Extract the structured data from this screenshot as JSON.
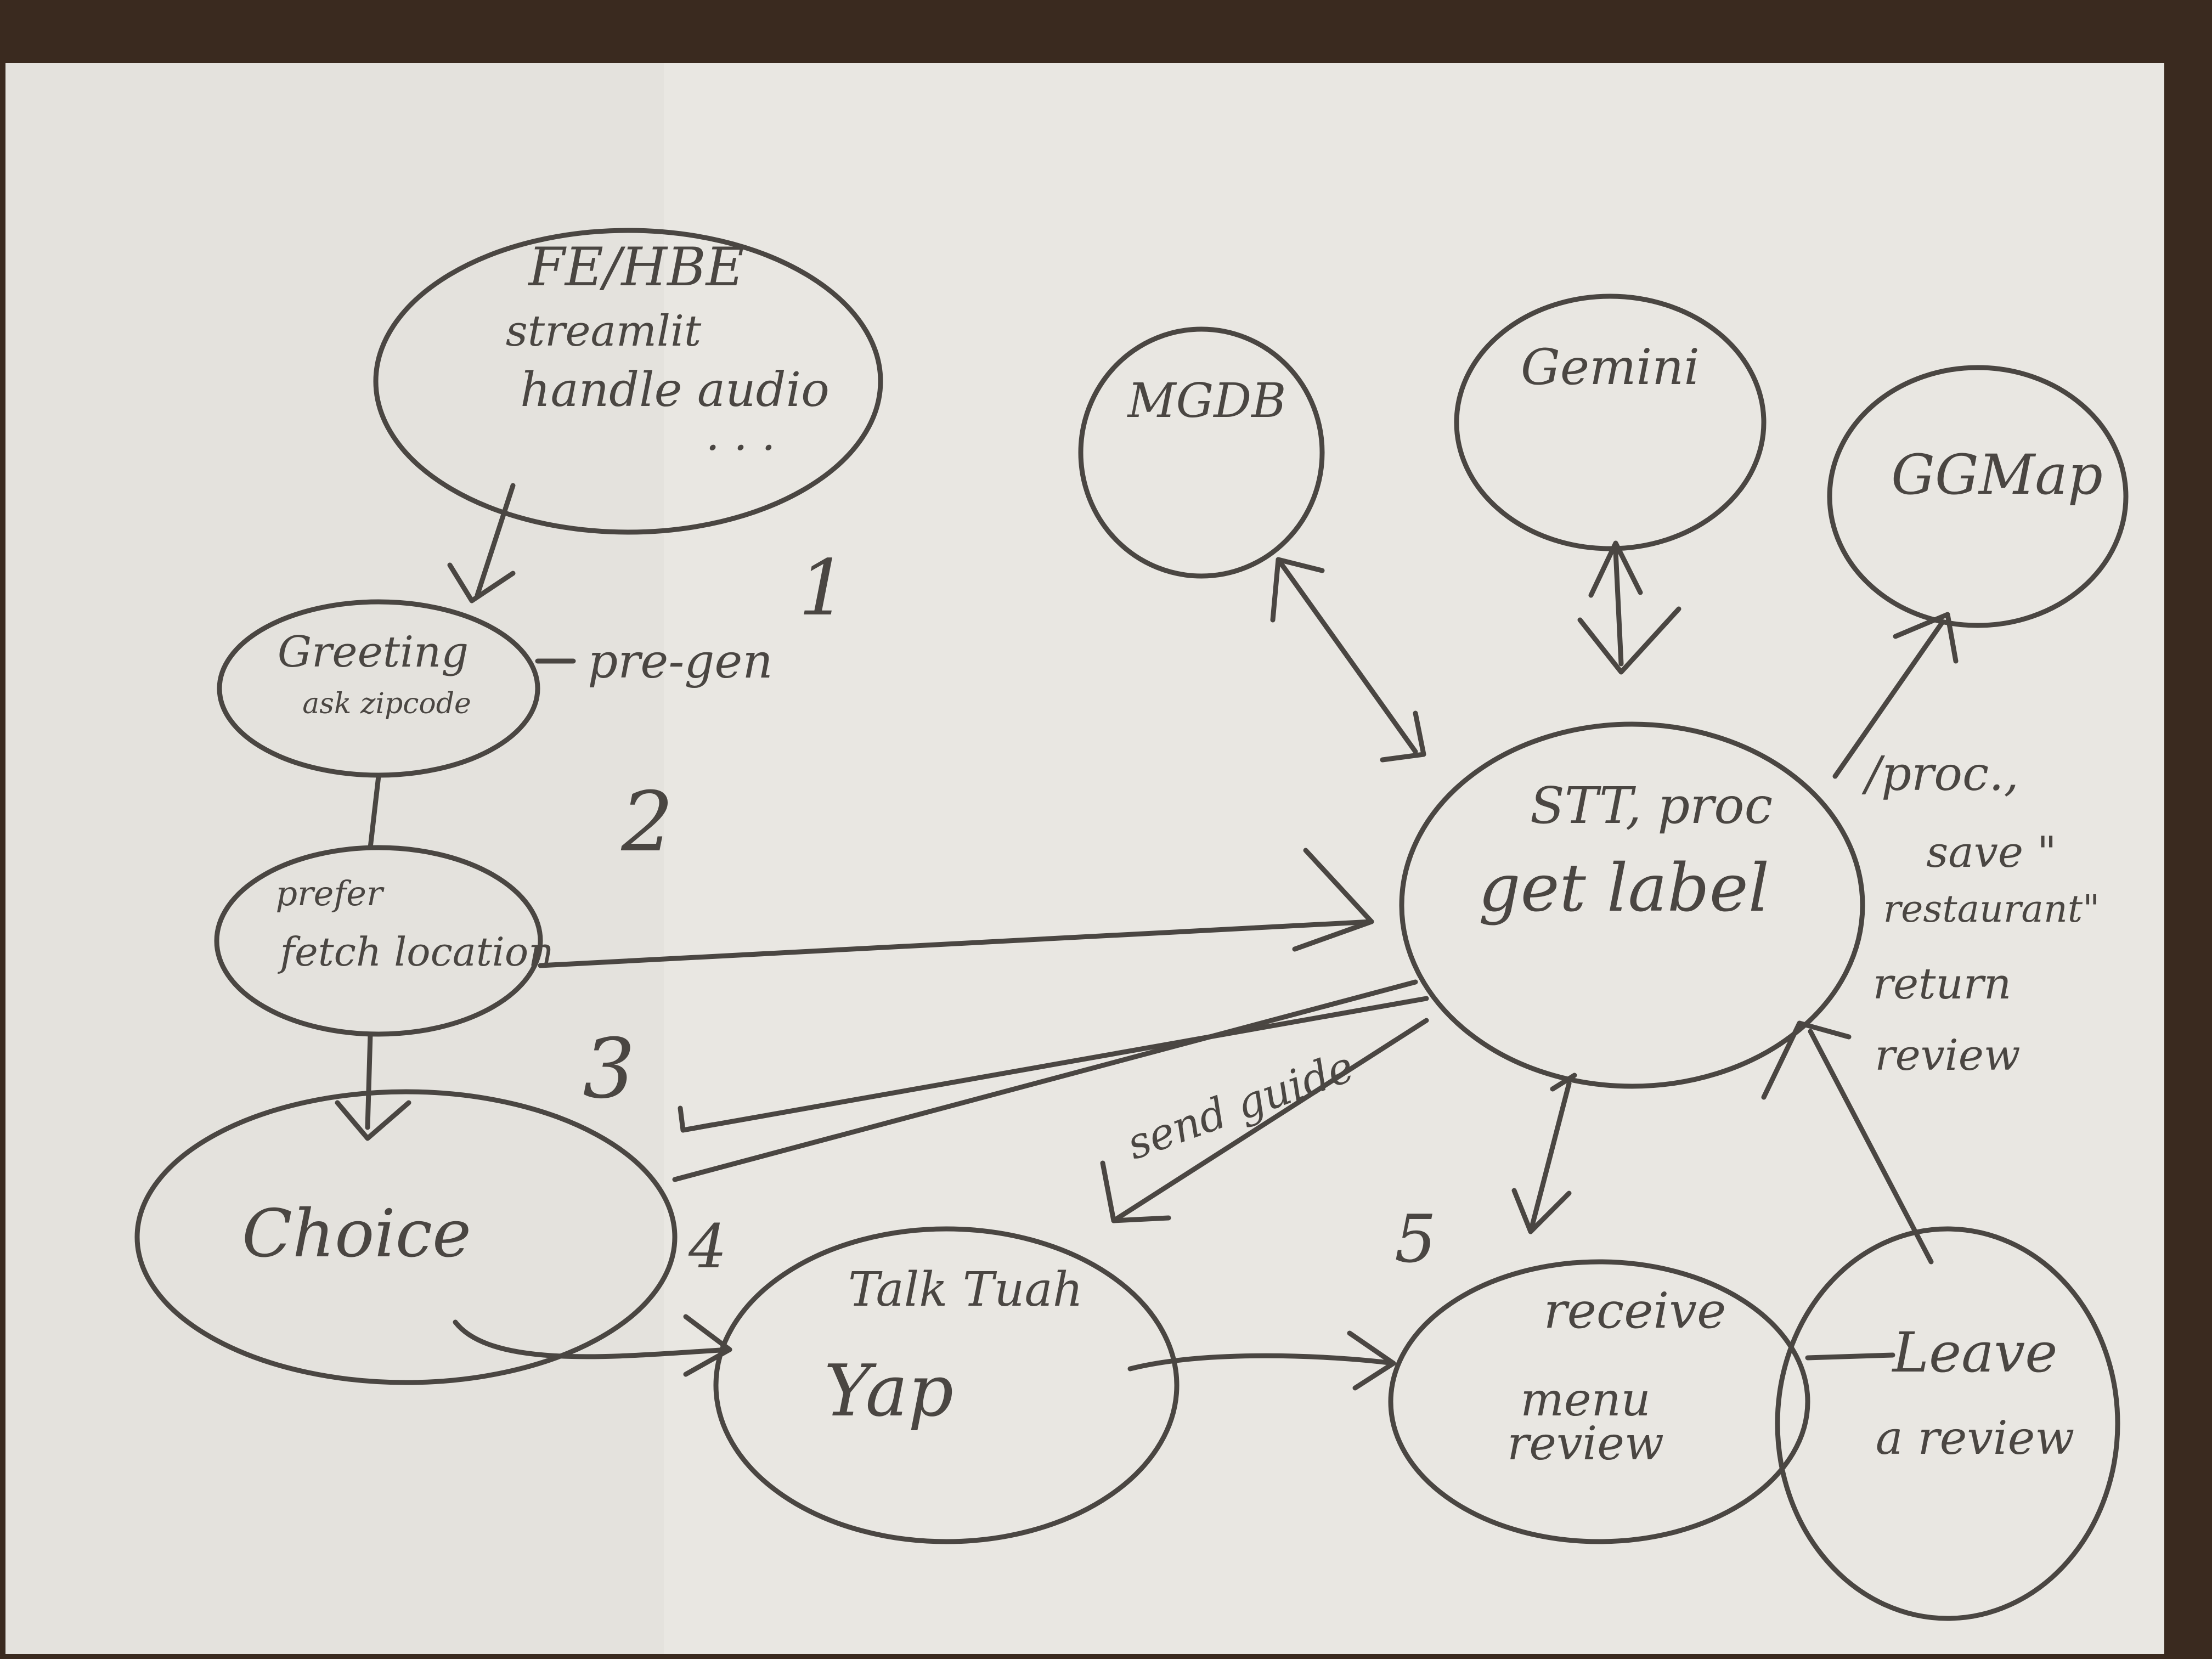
{
  "colors": {
    "frame": "#3a2a1f",
    "board": "#e9e7e2",
    "marker": "#4a4642"
  },
  "nodes": {
    "fe": {
      "lines": [
        "FE/HBE",
        "streamlit",
        "handle audio",
        ". . ."
      ]
    },
    "greeting": {
      "lines": [
        "Greeting",
        "ask zipcode"
      ],
      "side_note": "pre-gen"
    },
    "prefer": {
      "lines": [
        "prefer",
        "fetch location"
      ]
    },
    "choice": {
      "lines": [
        "Choice"
      ]
    },
    "talk": {
      "lines": [
        "Talk Tuah",
        "Yap"
      ]
    },
    "receive": {
      "lines": [
        "receive",
        "menu",
        "review"
      ]
    },
    "leave": {
      "lines": [
        "Leave",
        "a review"
      ]
    },
    "stt": {
      "lines": [
        "STT, proc",
        "get label"
      ]
    },
    "mgdb": {
      "lines": [
        "MGDB"
      ]
    },
    "gemini": {
      "lines": [
        "Gemini"
      ]
    },
    "ggmap": {
      "lines": [
        "GGMap"
      ]
    }
  },
  "step_numbers": [
    "1",
    "2",
    "3",
    "4",
    "5"
  ],
  "annotations": {
    "send_guide": "send guide",
    "right_notes": [
      "/proc.,",
      "save \"",
      "restaurant\"",
      "return",
      "review"
    ]
  }
}
